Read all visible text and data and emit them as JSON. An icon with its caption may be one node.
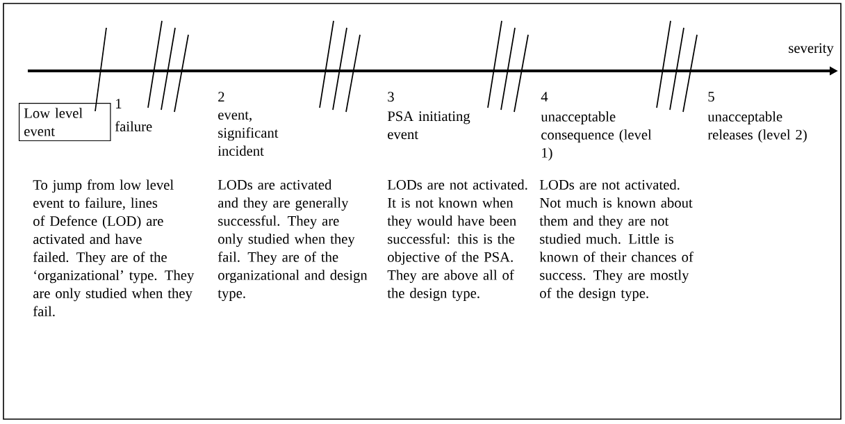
{
  "diagram": {
    "nodes": [
      {
        "text": [
          "Low level event"
        ]
      }
    ],
    "labels": [
      "severity",
      "1",
      "failure",
      "2",
      "event, significant incident",
      "3",
      "PSA initiating event",
      "4",
      "unacceptable consequence (level 1)",
      "5",
      "unacceptable releases (level 2)",
      "To jump from low level event to failure, lines of Defence (LOD) are activated and have failed. They are of the ‘organizational’ type. They are only studied when they fail.",
      "LODs are activated and they are generally successful. They are only studied when they fail. They are of the organizational and design type.",
      "LODs are not activated. It is not known when they would have been successful: this is the objective of the PSA. They are above all of the design type.",
      "LODs are not activated. Not much is known about them and they are not studied much. Little is known of their chances of success. They are mostly of the design type."
    ]
  }
}
